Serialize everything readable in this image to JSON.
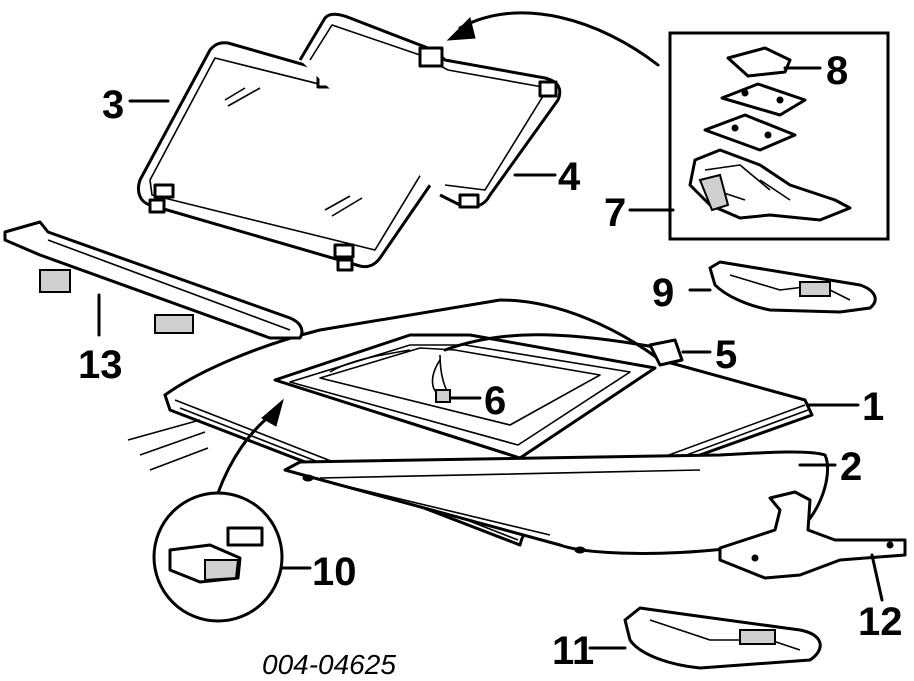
{
  "labels": {
    "l1": "1",
    "l2": "2",
    "l3": "3",
    "l4": "4",
    "l5": "5",
    "l6": "6",
    "l7": "7",
    "l8": "8",
    "l9": "9",
    "l10": "10",
    "l11": "11",
    "l12": "12",
    "l13": "13"
  },
  "part_number": "004-04625"
}
